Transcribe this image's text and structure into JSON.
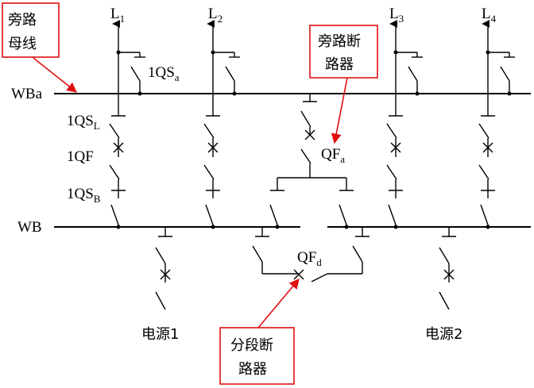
{
  "labels": {
    "wba": "WBa",
    "wb": "WB",
    "qs_l_main": "1QS",
    "qs_l_sub": "L",
    "qf": "1QF",
    "qs_b_main": "1QS",
    "qs_b_sub": "B",
    "qs_a_main": "1QS",
    "qs_a_sub": "a",
    "qf_a_main": "QF",
    "qf_a_sub": "a",
    "qf_d_main": "QF",
    "qf_d_sub": "d",
    "source1": "电源1",
    "source2": "电源2",
    "lines": [
      {
        "main": "L",
        "sub": "1"
      },
      {
        "main": "L",
        "sub": "2"
      },
      {
        "main": "L",
        "sub": "3"
      },
      {
        "main": "L",
        "sub": "4"
      }
    ]
  },
  "callouts": {
    "bypass_bus": [
      "旁路",
      "母线"
    ],
    "bypass_breaker": [
      "旁路断",
      "路器"
    ],
    "section_breaker": [
      "分段断",
      "路器"
    ]
  },
  "colors": {
    "annotation": "#e01010",
    "line": "#000000"
  }
}
